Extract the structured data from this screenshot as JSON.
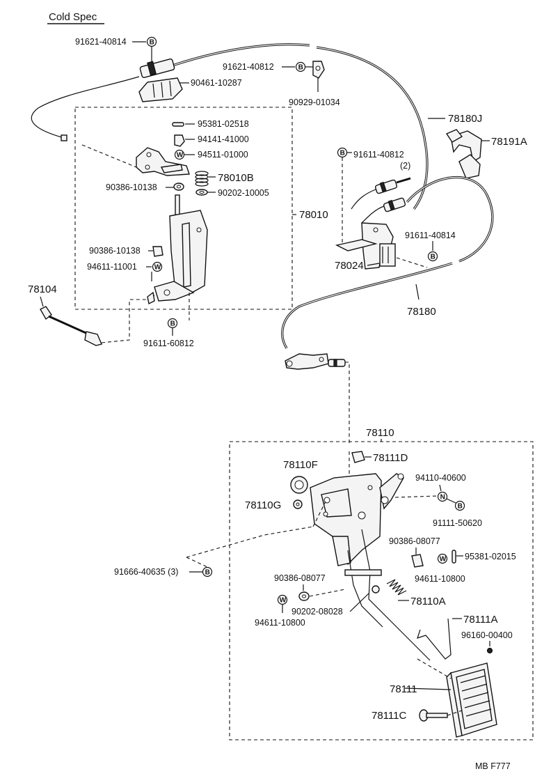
{
  "header": {
    "title": "Cold Spec"
  },
  "footer": {
    "code": "MB  F777"
  },
  "labels": {
    "p91621_40814": "91621-40814",
    "p90461_10287": "90461-10287",
    "p91621_40812": "91621-40812",
    "p90929_01034": "90929-01034",
    "p78180J": "78180J",
    "p78191A": "78191A",
    "p95381_02518": "95381-02518",
    "p94141_41000": "94141-41000",
    "p94511_01000": "94511-01000",
    "p78010B": "78010B",
    "p90386_10138a": "90386-10138",
    "p90202_10005": "90202-10005",
    "p78010": "78010",
    "p90386_10138b": "90386-10138",
    "p94611_11001": "94611-11001",
    "p78104": "78104",
    "p91611_60812": "91611-60812",
    "p91611_40812": "91611-40812",
    "p91611_40812_qty": "(2)",
    "p91611_40814": "91611-40814",
    "p78024": "78024",
    "p78180": "78180",
    "p78110": "78110",
    "p78111D": "78111D",
    "p78110F": "78110F",
    "p94110_40600": "94110-40600",
    "p78110G": "78110G",
    "p91111_50620": "91111-50620",
    "p90386_08077a": "90386-08077",
    "p95381_02015": "95381-02015",
    "p94611_10800a": "94611-10800",
    "p91666_40635": "91666-40635 (3)",
    "p90386_08077b": "90386-08077",
    "p90202_08028": "90202-08028",
    "p78110A": "78110A",
    "p94611_10800b": "94611-10800",
    "p78111A": "78111A",
    "p96160_00400": "96160-00400",
    "p78111": "78111",
    "p78111C": "78111C"
  },
  "symbols": {
    "bolt": "B",
    "washer": "W",
    "nut": "N"
  }
}
